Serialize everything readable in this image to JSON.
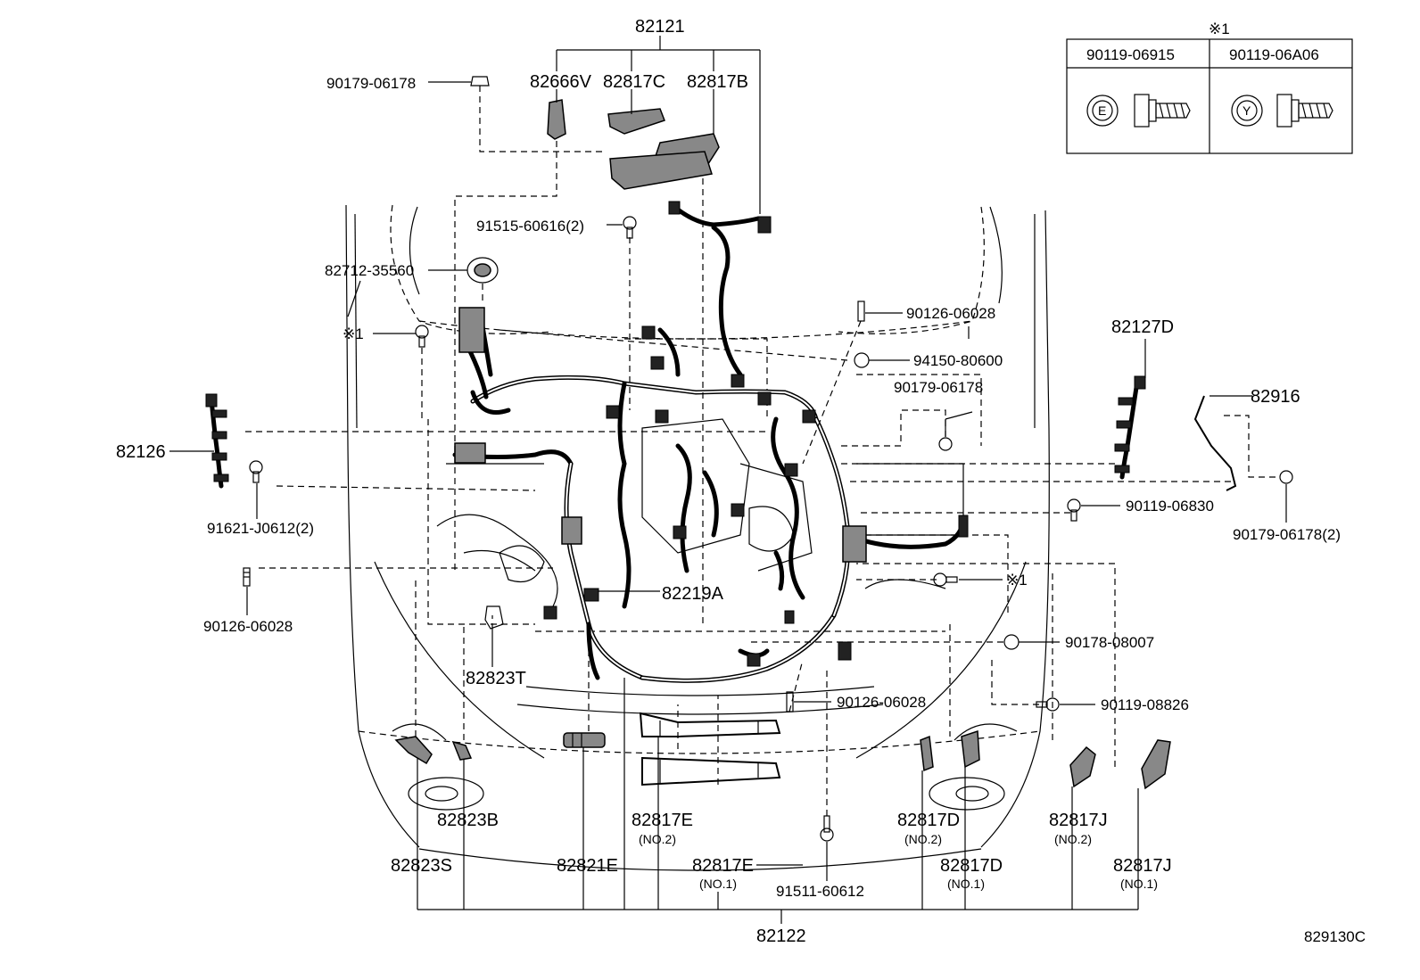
{
  "labels": {
    "l82121": "82121",
    "l82666V": "82666V",
    "l82817C": "82817C",
    "l82817B": "82817B",
    "l90179_06178_top": "90179-06178",
    "l91515": "91515-60616(2)",
    "l82712": "82712-35560",
    "lref1_left": "※1",
    "l82126": "82126",
    "l91621": "91621-J0612(2)",
    "l90126_left": "90126-06028",
    "l82823T": "82823T",
    "l82219A": "82219A",
    "l90126_top": "90126-06028",
    "l94150": "94150-80600",
    "l90179_mid": "90179-06178",
    "l82127D": "82127D",
    "l82916": "82916",
    "l90119_06830": "90119-06830",
    "l90179_2": "90179-06178(2)",
    "lref1_mid": "※1",
    "l90178": "90178-08007",
    "l90126_mid": "90126-06028",
    "l90119_08826": "90119-08826",
    "l82823B": "82823B",
    "l82823S": "82823S",
    "l82821E": "82821E",
    "l82817E_2": "82817E",
    "l82817E_2_sub": "(NO.2)",
    "l82817E_1": "82817E",
    "l82817E_1_sub": "(NO.1)",
    "l91511": "91511-60612",
    "l82817D_2": "82817D",
    "l82817D_2_sub": "(NO.2)",
    "l82817D_1": "82817D",
    "l82817D_1_sub": "(NO.1)",
    "l82817J_2": "82817J",
    "l82817J_2_sub": "(NO.2)",
    "l82817J_1": "82817J",
    "l82817J_1_sub": "(NO.1)",
    "l82122": "82122",
    "drawing_code": "829130C"
  },
  "legend_table": {
    "note_mark": "※1",
    "col1_part": "90119-06915",
    "col2_part": "90119-06A06",
    "col1_head_letter": "E",
    "col2_head_letter": "Y"
  },
  "colors": {
    "ink": "#000000",
    "paper": "#ffffff"
  }
}
